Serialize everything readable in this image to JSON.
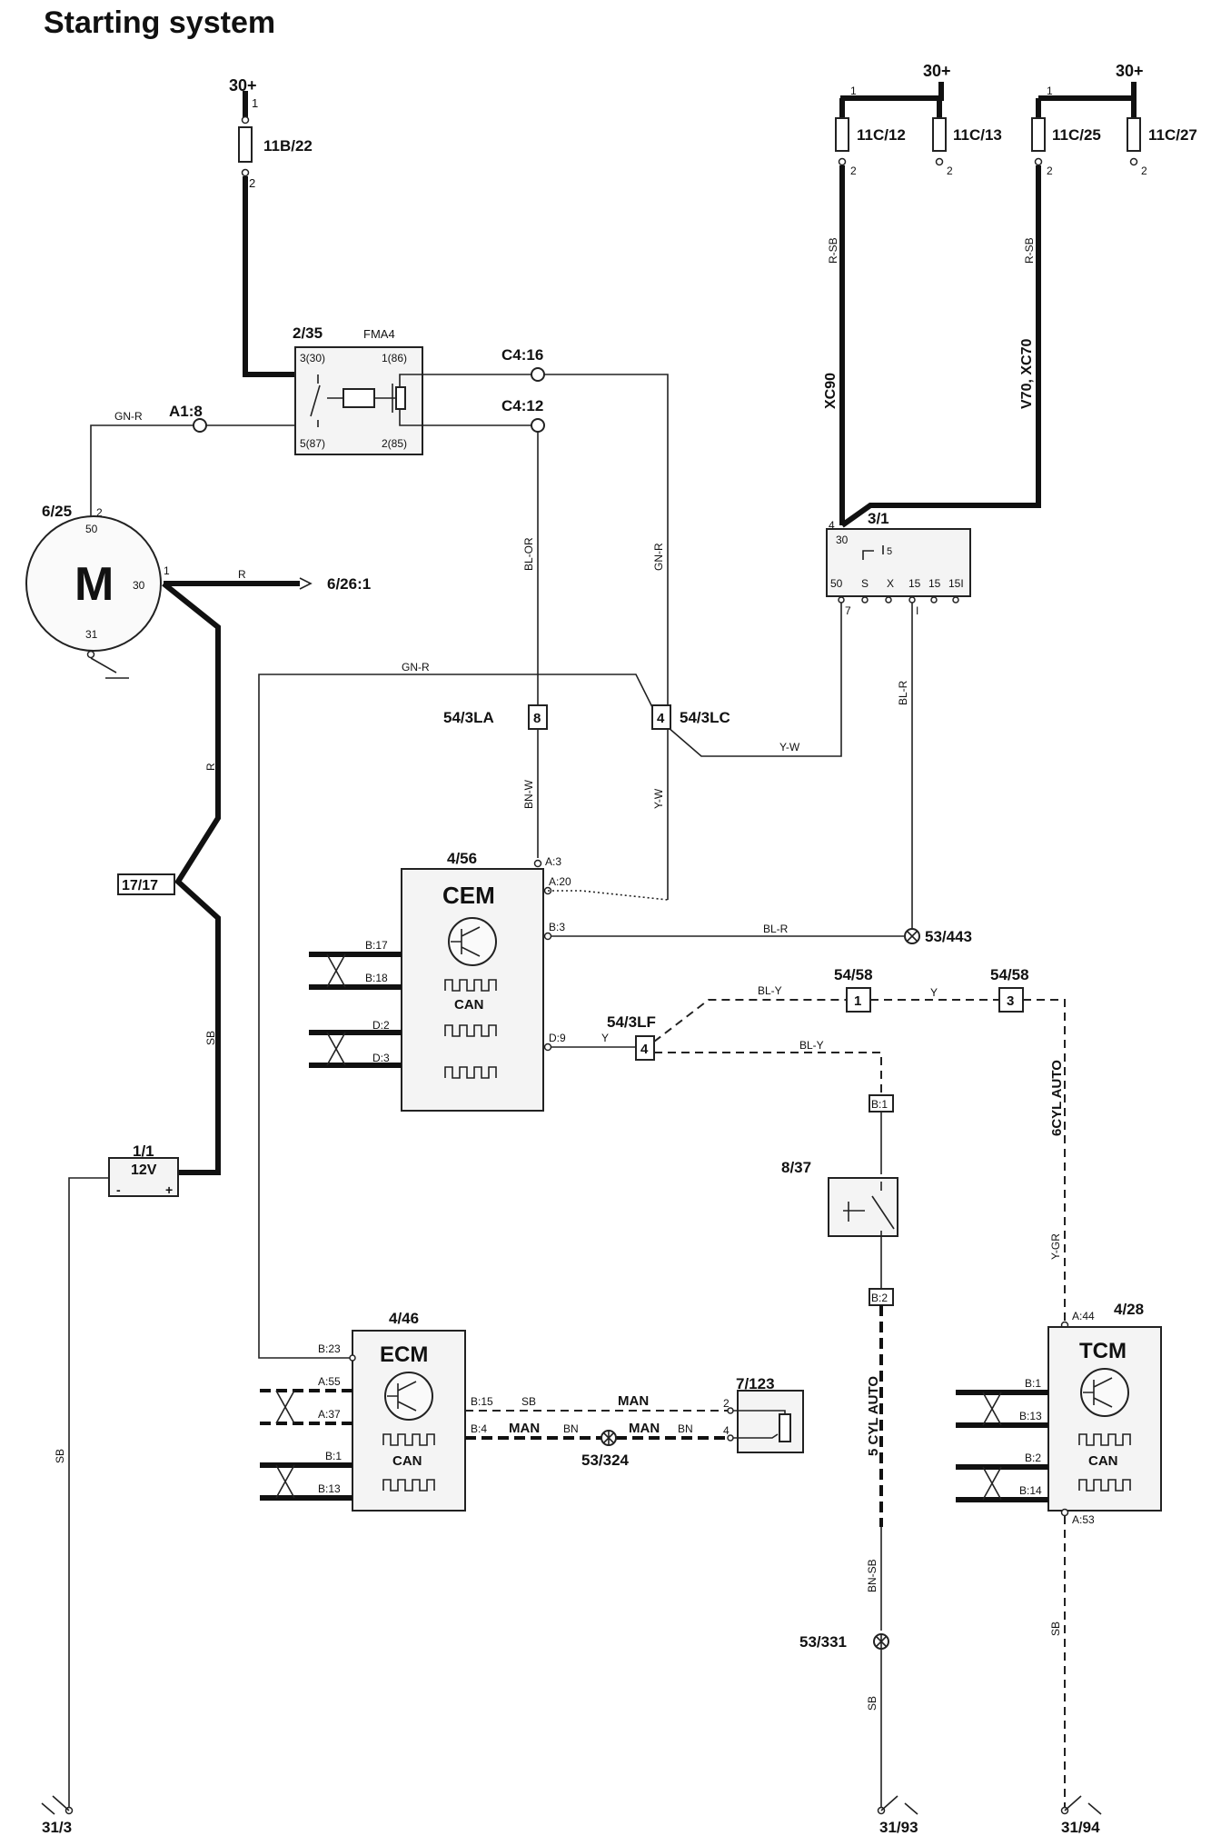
{
  "title": "Starting system",
  "supply": {
    "fuse_left": "30+",
    "fuse_right_a": "30+",
    "fuse_right_b": "30+"
  },
  "fuses": {
    "f1": "11B/22",
    "f2": "11C/12",
    "f3": "11C/13",
    "f4": "11C/25",
    "f5": "11C/27",
    "pin1": "1",
    "pin2": "2"
  },
  "relay": {
    "id": "2/35",
    "name": "FMA4",
    "p30": "3(30)",
    "p86": "1(86)",
    "p87": "5(87)",
    "p85": "2(85)"
  },
  "connectors": {
    "a18": "A1:8",
    "c416": "C4:16",
    "c412": "C4:12",
    "la": "54/3LA",
    "la_pin": "8",
    "lc": "54/3LC",
    "lc_pin": "4",
    "lf": "54/3LF",
    "lf_pin": "4",
    "c58a": "54/58",
    "c58a_pin": "1",
    "c58b": "54/58",
    "c58b_pin": "3",
    "n1717": "17/17",
    "b1": "B:1",
    "b2": "B:2"
  },
  "motor": {
    "id": "6/25",
    "letter": "M",
    "p50": "50",
    "p2": "2",
    "p30": "30",
    "p1": "1",
    "p31": "31",
    "out": "6/26:1",
    "out_wire": "R"
  },
  "ignition": {
    "id": "3/1",
    "p30": "30",
    "p4": "4",
    "p50": "50",
    "s": "S",
    "x": "X",
    "p15": "15",
    "p15b": "15",
    "p15i": "15I",
    "p7": "7",
    "pi": "I",
    "dot5": "5"
  },
  "battery": {
    "id": "1/1",
    "voltage": "12V",
    "minus": "-",
    "plus": "+"
  },
  "cem": {
    "id": "4/56",
    "name": "CEM",
    "can": "CAN",
    "a3": "A:3",
    "a20": "A:20",
    "b3": "B:3",
    "b17": "B:17",
    "b18": "B:18",
    "d2": "D:2",
    "d3": "D:3",
    "d9": "D:9"
  },
  "ecm": {
    "id": "4/46",
    "name": "ECM",
    "can": "CAN",
    "b23": "B:23",
    "a55": "A:55",
    "a37": "A:37",
    "b1": "B:1",
    "b13": "B:13",
    "b15": "B:15",
    "b4": "B:4"
  },
  "tcm": {
    "id": "4/28",
    "name": "TCM",
    "can": "CAN",
    "a44": "A:44",
    "a53": "A:53",
    "b1": "B:1",
    "b13": "B:13",
    "b2": "B:2",
    "b14": "B:14"
  },
  "switch837": "8/37",
  "sensor7123": {
    "id": "7/123",
    "p2": "2",
    "p4": "4"
  },
  "splices": {
    "s443": "53/443",
    "s324": "53/324",
    "s331": "53/331"
  },
  "grounds": {
    "g3": "31/3",
    "g93": "31/93",
    "g94": "31/94"
  },
  "wires": {
    "gnr": "GN-R",
    "blor": "BL-OR",
    "gnr2": "GN-R",
    "gnr3": "GN-R",
    "bnw": "BN-W",
    "yw": "Y-W",
    "yw2": "Y-W",
    "rsb1": "R-SB",
    "rsb2": "R-SB",
    "xc90": "XC90",
    "v70": "V70, XC70",
    "blr": "BL-R",
    "blr2": "BL-R",
    "r": "R",
    "sb": "SB",
    "sb2": "SB",
    "sb3": "SB",
    "sb4": "SB",
    "sb5": "SB",
    "bly": "BL-Y",
    "bly2": "BL-Y",
    "y": "Y",
    "y2": "Y",
    "ygr": "Y-GR",
    "auto6": "6CYL   AUTO",
    "auto5": "5 CYL   AUTO",
    "bnsb": "BN-SB",
    "man1": "MAN",
    "man2": "MAN",
    "man3": "MAN",
    "bn": "BN",
    "bn2": "BN"
  }
}
